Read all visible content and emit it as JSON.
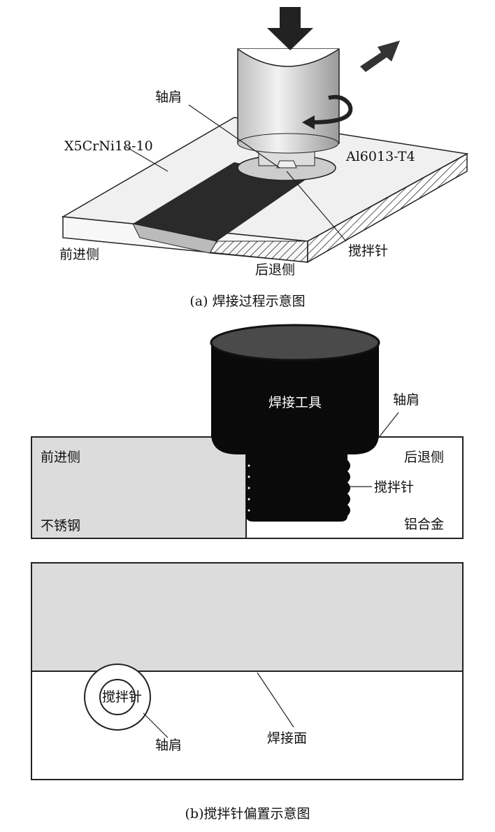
{
  "figure_a": {
    "caption": "(a) 焊接过程示意图",
    "labels": {
      "shoulder": "轴肩",
      "steel_grade": "X5CrNi18-10",
      "aluminum_grade": "Al6013-T4",
      "advancing_side": "前进侧",
      "pin": "搅拌针",
      "retreating_side": "后退侧"
    }
  },
  "figure_b": {
    "caption": "(b)搅拌针偏置示意图",
    "side_view": {
      "tool": "焊接工具",
      "shoulder": "轴肩",
      "advancing_side": "前进侧",
      "retreating_side": "后退侧",
      "pin": "搅拌针",
      "stainless_steel": "不锈钢",
      "aluminum_alloy": "铝合金"
    },
    "top_view": {
      "pin": "搅拌针",
      "shoulder": "轴肩",
      "weld_interface": "焊接面"
    }
  },
  "colors": {
    "plate_grey": "#dcdcdc",
    "tool_black": "#0a0a0a",
    "weld_dark": "#2a2a2a"
  }
}
